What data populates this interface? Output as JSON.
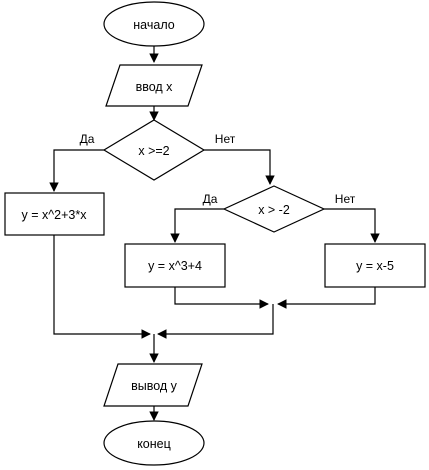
{
  "nodes": {
    "start": "начало",
    "input": "ввод x",
    "cond1": "x >=2",
    "calc1": "y = x^2+3*x",
    "cond2": "x > -2",
    "calc2": "y = x^3+4",
    "calc3": "y = x-5",
    "output": "вывод y",
    "end": "конец"
  },
  "branch_labels": {
    "cond1_yes": "Да",
    "cond1_no": "Нет",
    "cond2_yes": "Да",
    "cond2_no": "Нет"
  }
}
